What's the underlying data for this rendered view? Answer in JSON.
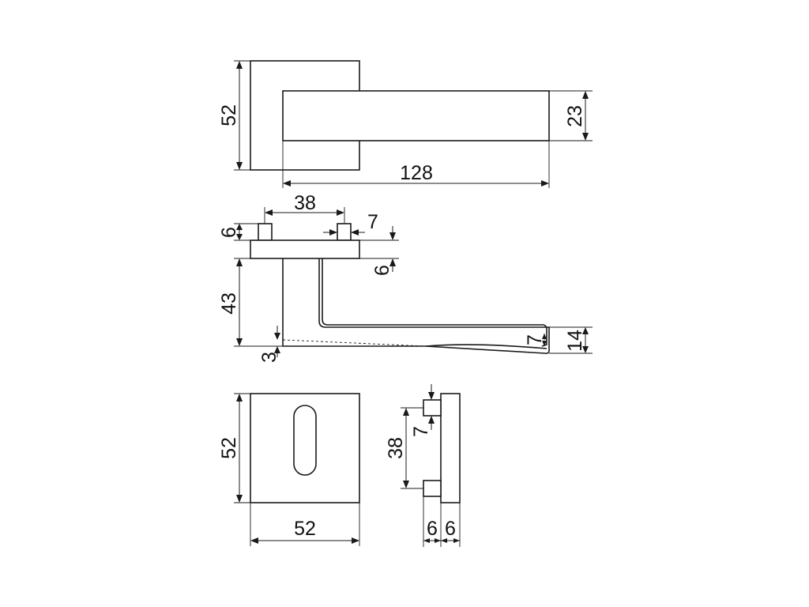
{
  "top_view": {
    "rose_height": "52",
    "lever_height": "23",
    "lever_length": "128"
  },
  "side_view": {
    "pin_spacing": "38",
    "pin_width": "7",
    "pin_height": "6",
    "rose_thickness": "6",
    "neck_height": "43",
    "drop": "3",
    "tip_height": "7",
    "grip_height": "14"
  },
  "escutcheon_front": {
    "height": "52",
    "width": "52"
  },
  "escutcheon_side": {
    "pin_spacing": "38",
    "pin_size": "7",
    "pin_depth": "6",
    "plate_depth": "6"
  }
}
